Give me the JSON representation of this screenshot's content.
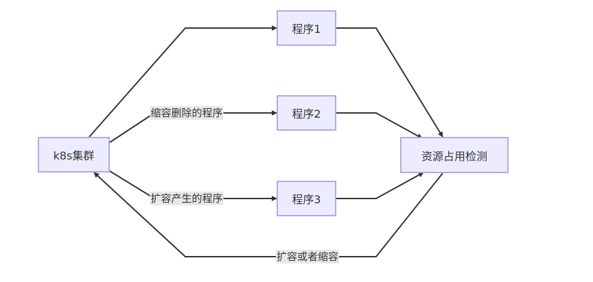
{
  "diagram": {
    "nodes": {
      "cluster": "k8s集群",
      "program1": "程序1",
      "program2": "程序2",
      "program3": "程序3",
      "monitor": "资源占用检测"
    },
    "edge_labels": {
      "remove_program": "缩容删除的程序",
      "add_program": "扩容产生的程序",
      "scale_feedback": "扩容或者缩容"
    }
  },
  "colors": {
    "node_fill": "#ececff",
    "node_border": "#b7a6e6",
    "edge_stroke": "#333333",
    "label_bg": "#e8e8e8"
  }
}
